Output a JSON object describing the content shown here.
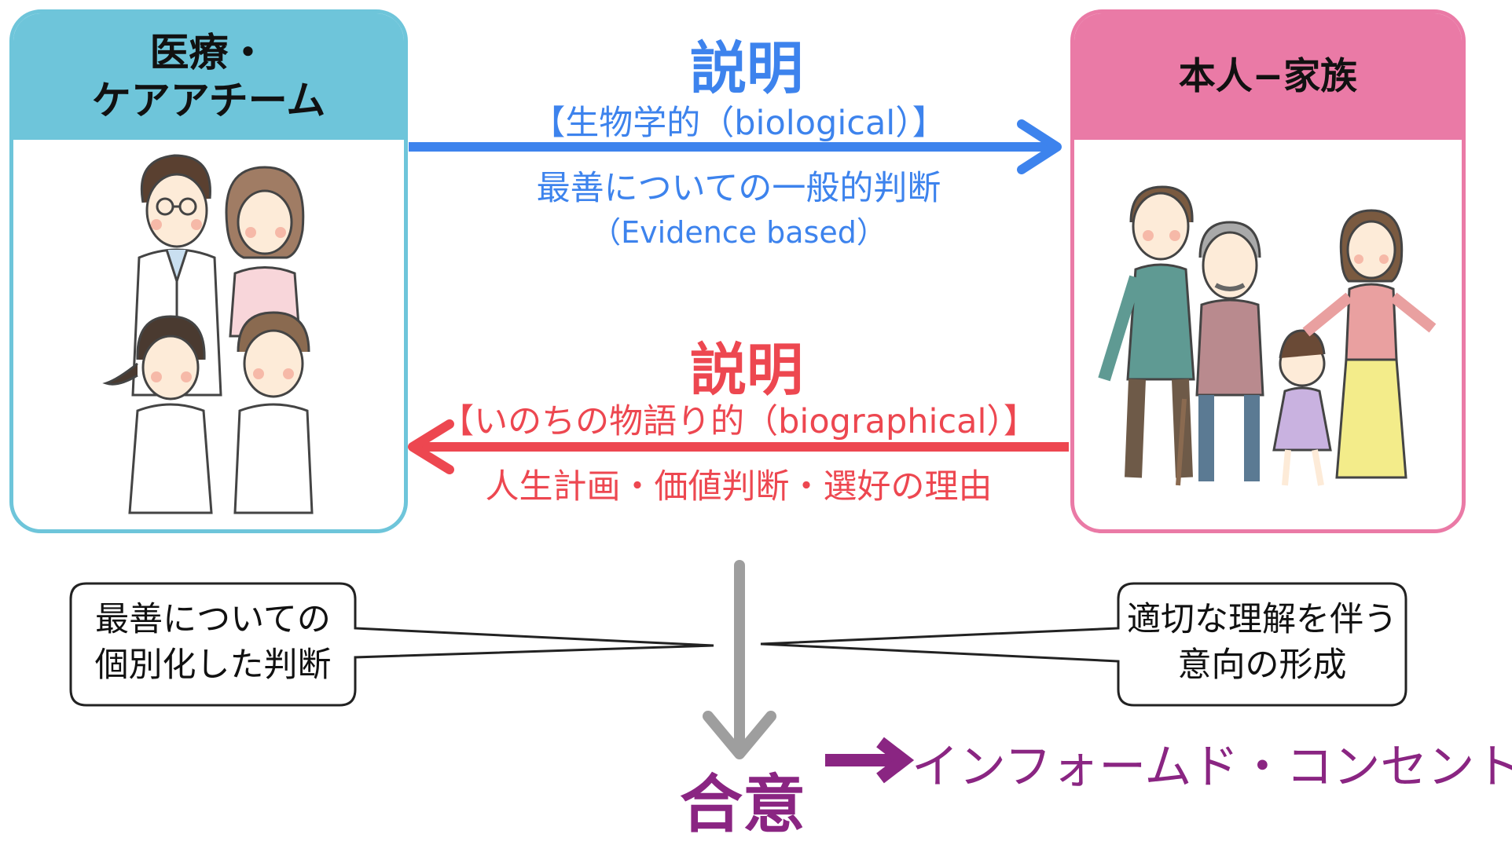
{
  "care_team": {
    "title": "医療・\nケアアチーム"
  },
  "family": {
    "title": "本人−家族"
  },
  "top_flow": {
    "heading": "説明",
    "subheading": "【生物学的（biological）】",
    "line1": "最善についての一般的判断",
    "line2": "（Evidence based）"
  },
  "bottom_flow": {
    "heading": "説明",
    "subheading": "【いのちの物語り的（biographical）】",
    "line1": "人生計画・価値判断・選好の理由"
  },
  "left_callout": {
    "text": "最善についての\n個別化した判断"
  },
  "right_callout": {
    "text": "適切な理解を伴う\n意向の形成"
  },
  "result": {
    "label": "合意",
    "term": "インフォームド・コンセント"
  },
  "colors": {
    "blue": "#3d83ed",
    "red": "#ed4750",
    "purple": "#8a2582",
    "care_header": "#6ec5da",
    "family_header": "#ea7aa6",
    "down_arrow": "#9e9e9e"
  }
}
